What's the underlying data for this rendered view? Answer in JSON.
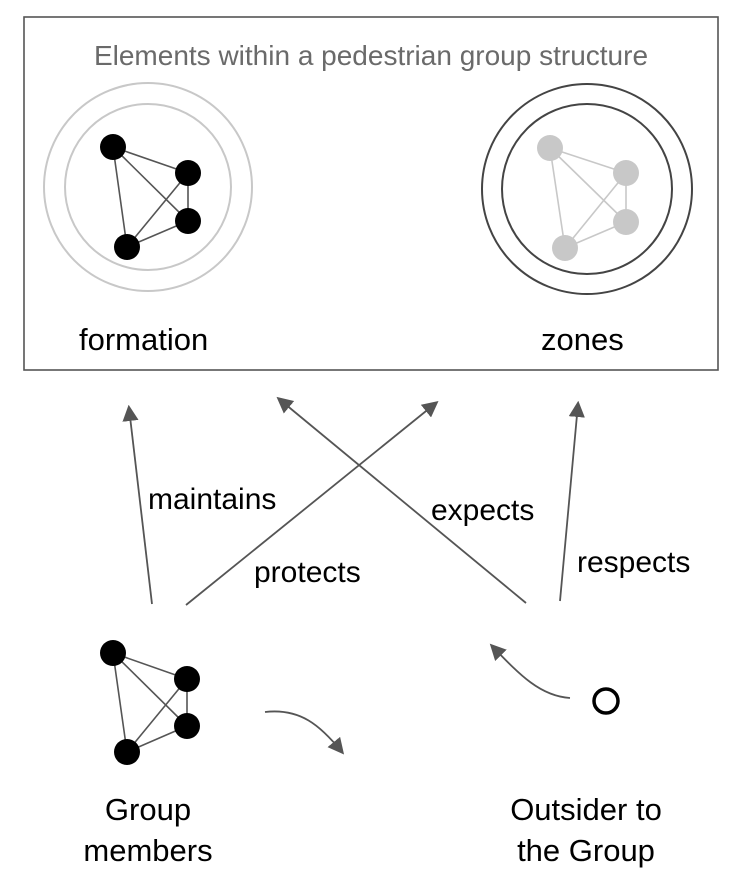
{
  "diagram": {
    "title": "Elements within a pedestrian group structure",
    "concepts": {
      "formation": "formation",
      "zones": "zones"
    },
    "actors": {
      "group_members": [
        "Group",
        "members"
      ],
      "outsider": [
        "Outsider to",
        "the Group"
      ]
    },
    "relations": {
      "maintains": "maintains",
      "protects": "protects",
      "expects": "expects",
      "respects": "respects"
    },
    "colors": {
      "frame": "#555555",
      "arrow": "#555555",
      "node_dark": "#000000",
      "node_light": "#c8c8c8",
      "ring_light": "#c8c8c8",
      "ring_dark": "#444444",
      "title_text": "#6a6a6a"
    }
  }
}
